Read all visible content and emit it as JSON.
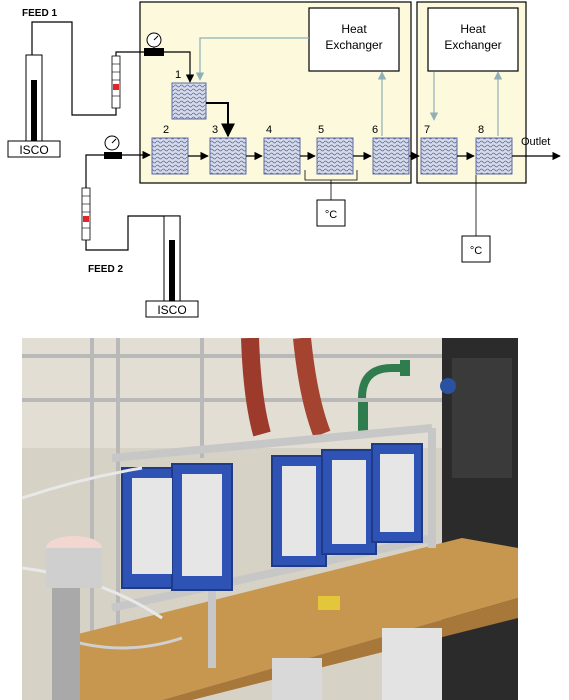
{
  "labels": {
    "feed1": "FEED 1",
    "feed2": "FEED 2",
    "isco1": "ISCO",
    "isco2": "ISCO",
    "heat_exchanger_1": [
      "Heat",
      "Exchanger"
    ],
    "heat_exchanger_2": [
      "Heat",
      "Exchanger"
    ],
    "outlet": "Outlet",
    "temp1": "°C",
    "temp2": "°C",
    "units": [
      "1",
      "2",
      "3",
      "4",
      "5",
      "6",
      "7",
      "8"
    ]
  },
  "colors": {
    "box_fill": "#fdf9dc",
    "line": "#000000",
    "coolant": "#8fb0b6",
    "plate_fill": "#b9bfd6",
    "plate_line": "#5b6aa3",
    "valve_red": "#e0242a"
  },
  "photo": {
    "description_icons": [
      "bench",
      "frame",
      "reactor-plates",
      "tubing",
      "hoses"
    ]
  }
}
